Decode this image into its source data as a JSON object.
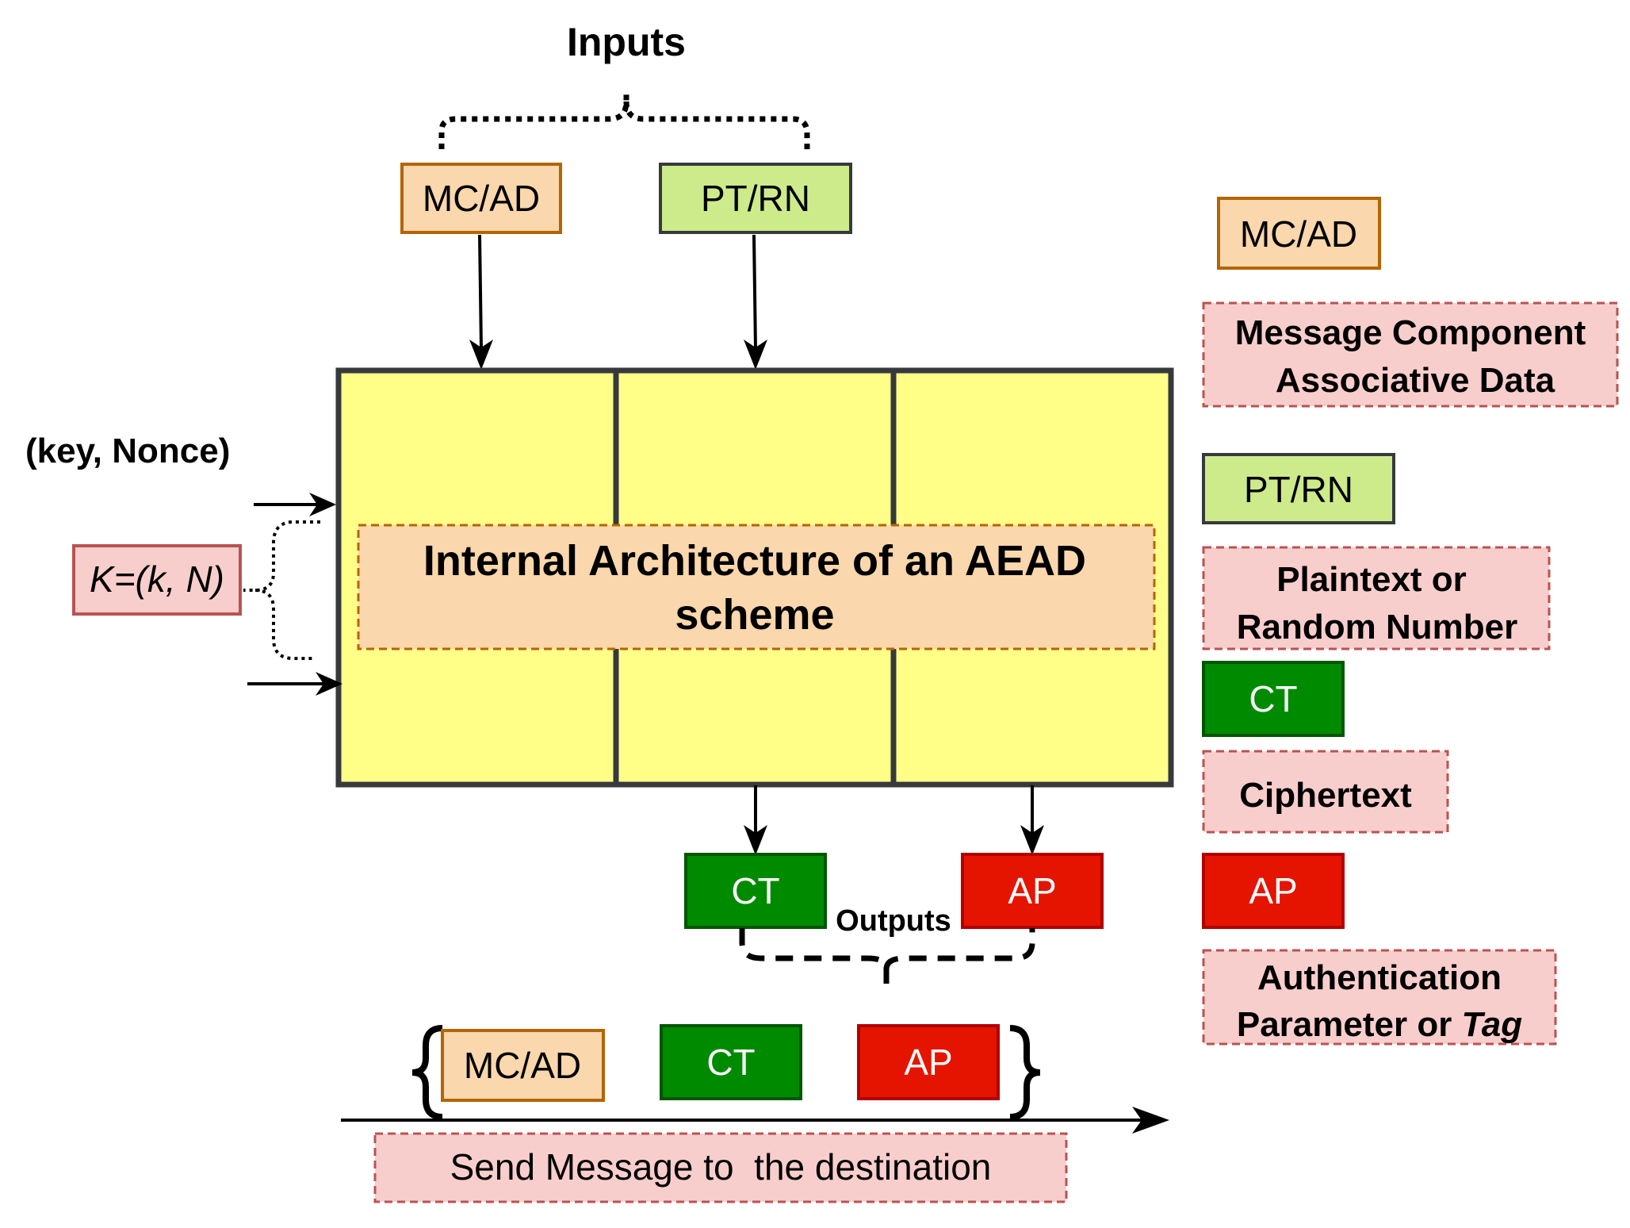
{
  "inputs_title": "Inputs",
  "outputs_title": "Outputs",
  "key_nonce_label": "(key, Nonce)",
  "key_box_label": "K=(k, N)",
  "input_boxes": {
    "mcad": "MC/AD",
    "ptrn": "PT/RN"
  },
  "core_label": {
    "line1": "Internal Architecture of an AEAD",
    "line2": "scheme"
  },
  "output_boxes": {
    "ct": "CT",
    "ap": "AP"
  },
  "message_boxes": {
    "mcad": "MC/AD",
    "ct": "CT",
    "ap": "AP"
  },
  "send_label": "Send Message to  the destination",
  "legend": {
    "mcad_tag": "MC/AD",
    "mcad_desc_line1": "Message Component",
    "mcad_desc_line2": "Associative Data",
    "ptrn_tag": "PT/RN",
    "ptrn_desc_line1": "Plaintext or",
    "ptrn_desc_line2": "Random Number",
    "ct_tag": "CT",
    "ct_desc": "Ciphertext",
    "ap_tag": "AP",
    "ap_desc_line1": "Authentication",
    "ap_desc_line2_plain": "Parameter or ",
    "ap_desc_line2_italic": "Tag"
  },
  "colors": {
    "mcad_fill": "#fad7ac",
    "mcad_stroke": "#b46504",
    "ptrn_fill": "#cdeb8b",
    "ptrn_stroke": "#36393d",
    "ct_fill": "#008a00",
    "ct_stroke": "#005700",
    "ap_fill": "#e51400",
    "ap_stroke": "#b20000",
    "core_fill": "#ffff88",
    "core_stroke": "#36393d",
    "note_fill": "#f8cecc",
    "note_stroke": "#b85450"
  }
}
